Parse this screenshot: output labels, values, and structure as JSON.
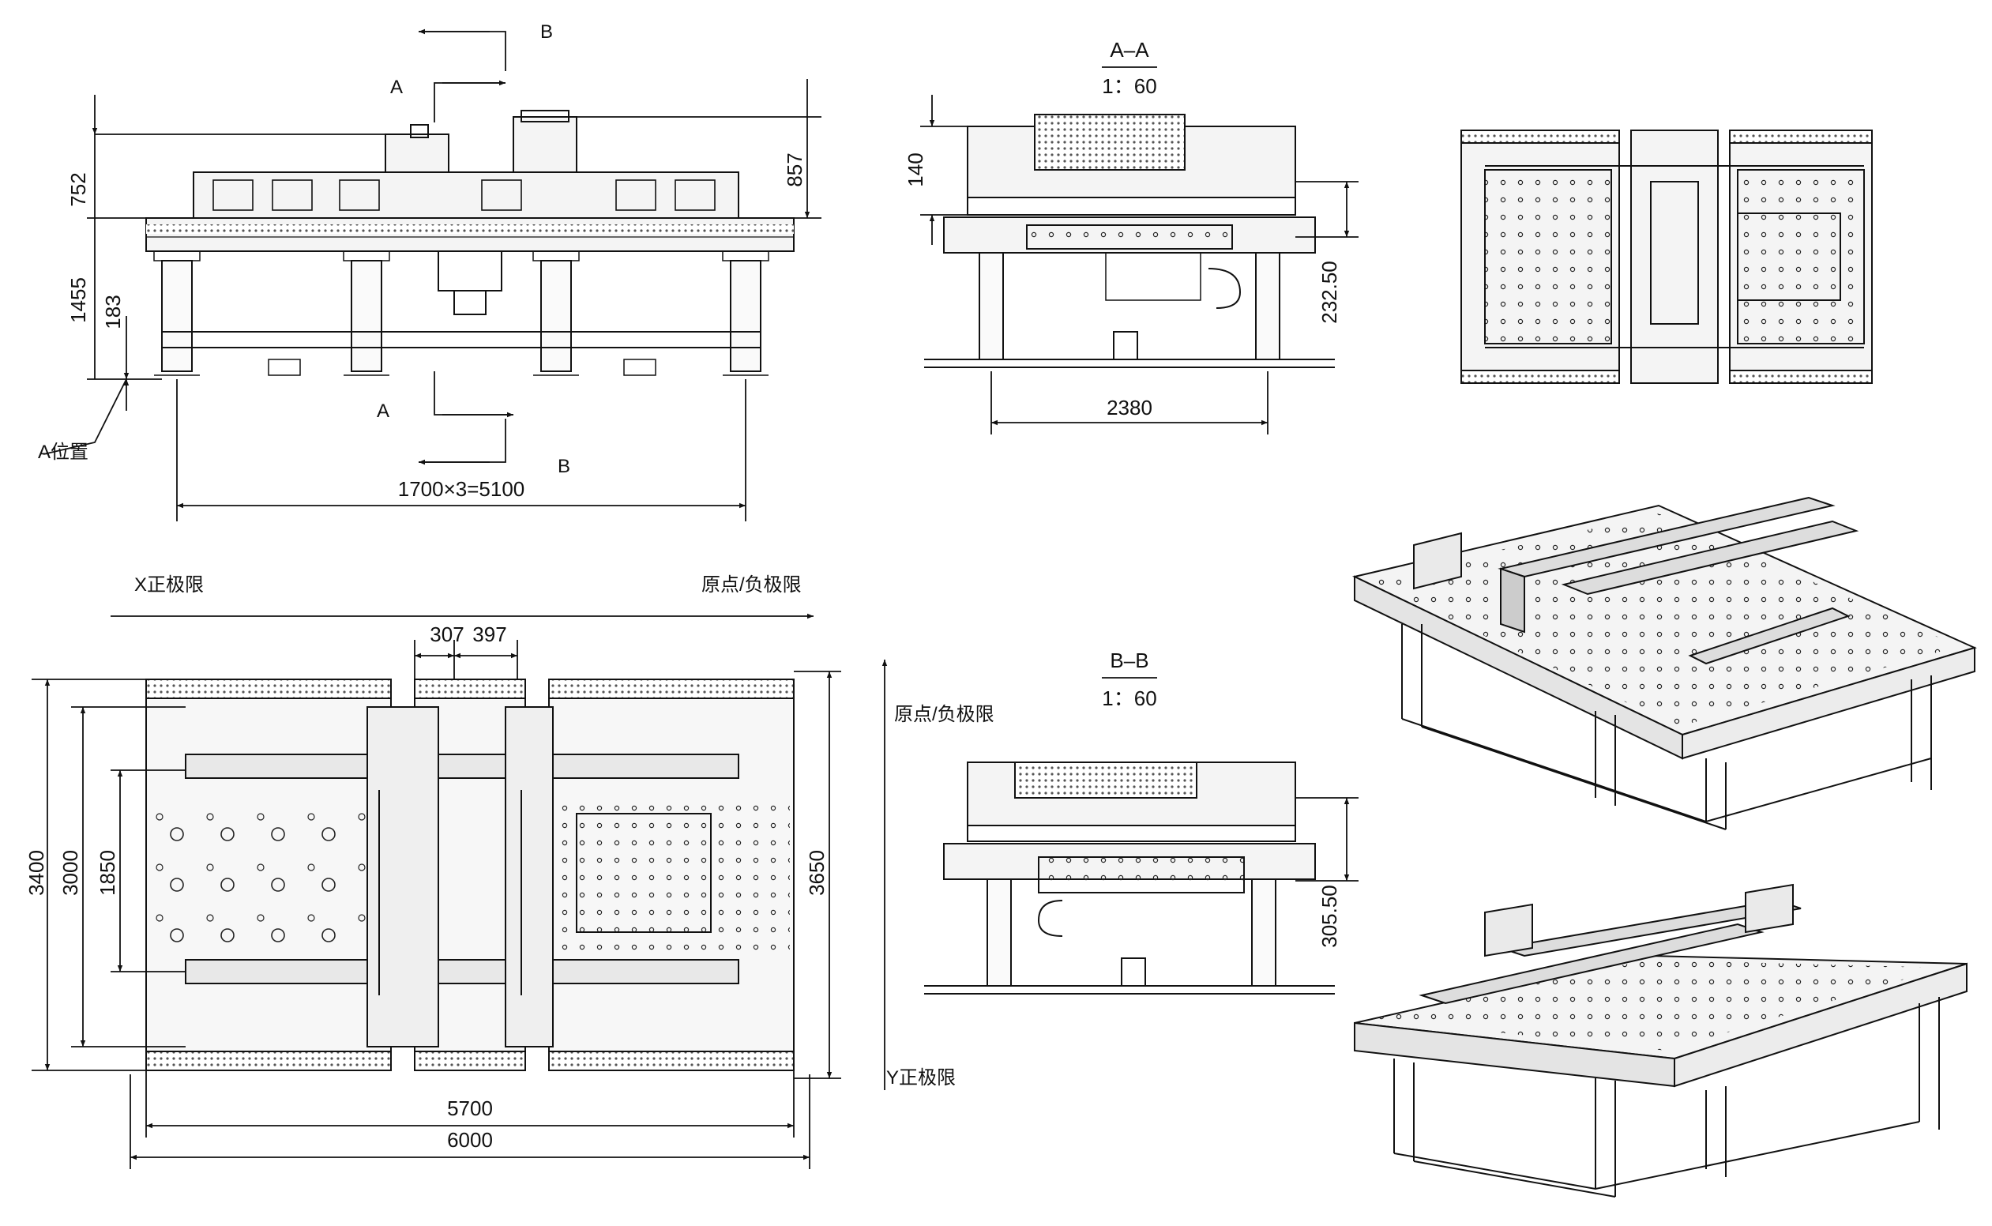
{
  "front_view": {
    "dim_752": "752",
    "dim_857": "857",
    "dim_1455": "1455",
    "dim_183": "183",
    "dim_width": "1700×3=5100",
    "section_a_top": "A",
    "section_a_bottom": "A",
    "section_b_top": "B",
    "section_b_bottom": "B",
    "a_position": "A位置"
  },
  "section_aa": {
    "title": "A–A",
    "scale": "1：60",
    "dim_140": "140",
    "dim_232": "232.50",
    "dim_2380": "2380"
  },
  "section_bb": {
    "title": "B–B",
    "scale": "1：60",
    "dim_305": "305.50"
  },
  "plan_view": {
    "x_pos_limit": "X正极限",
    "origin_neg_limit_x": "原点/负极限",
    "origin_neg_limit_y": "原点/负极限",
    "y_pos_limit": "Y正极限",
    "dim_307": "307",
    "dim_397": "397",
    "dim_3400": "3400",
    "dim_3000": "3000",
    "dim_1850": "1850",
    "dim_3650": "3650",
    "dim_5700": "5700",
    "dim_6000": "6000"
  },
  "colors": {
    "line": "#111111",
    "panel": "#f4f4f4",
    "steel": "#dcdcdc"
  }
}
